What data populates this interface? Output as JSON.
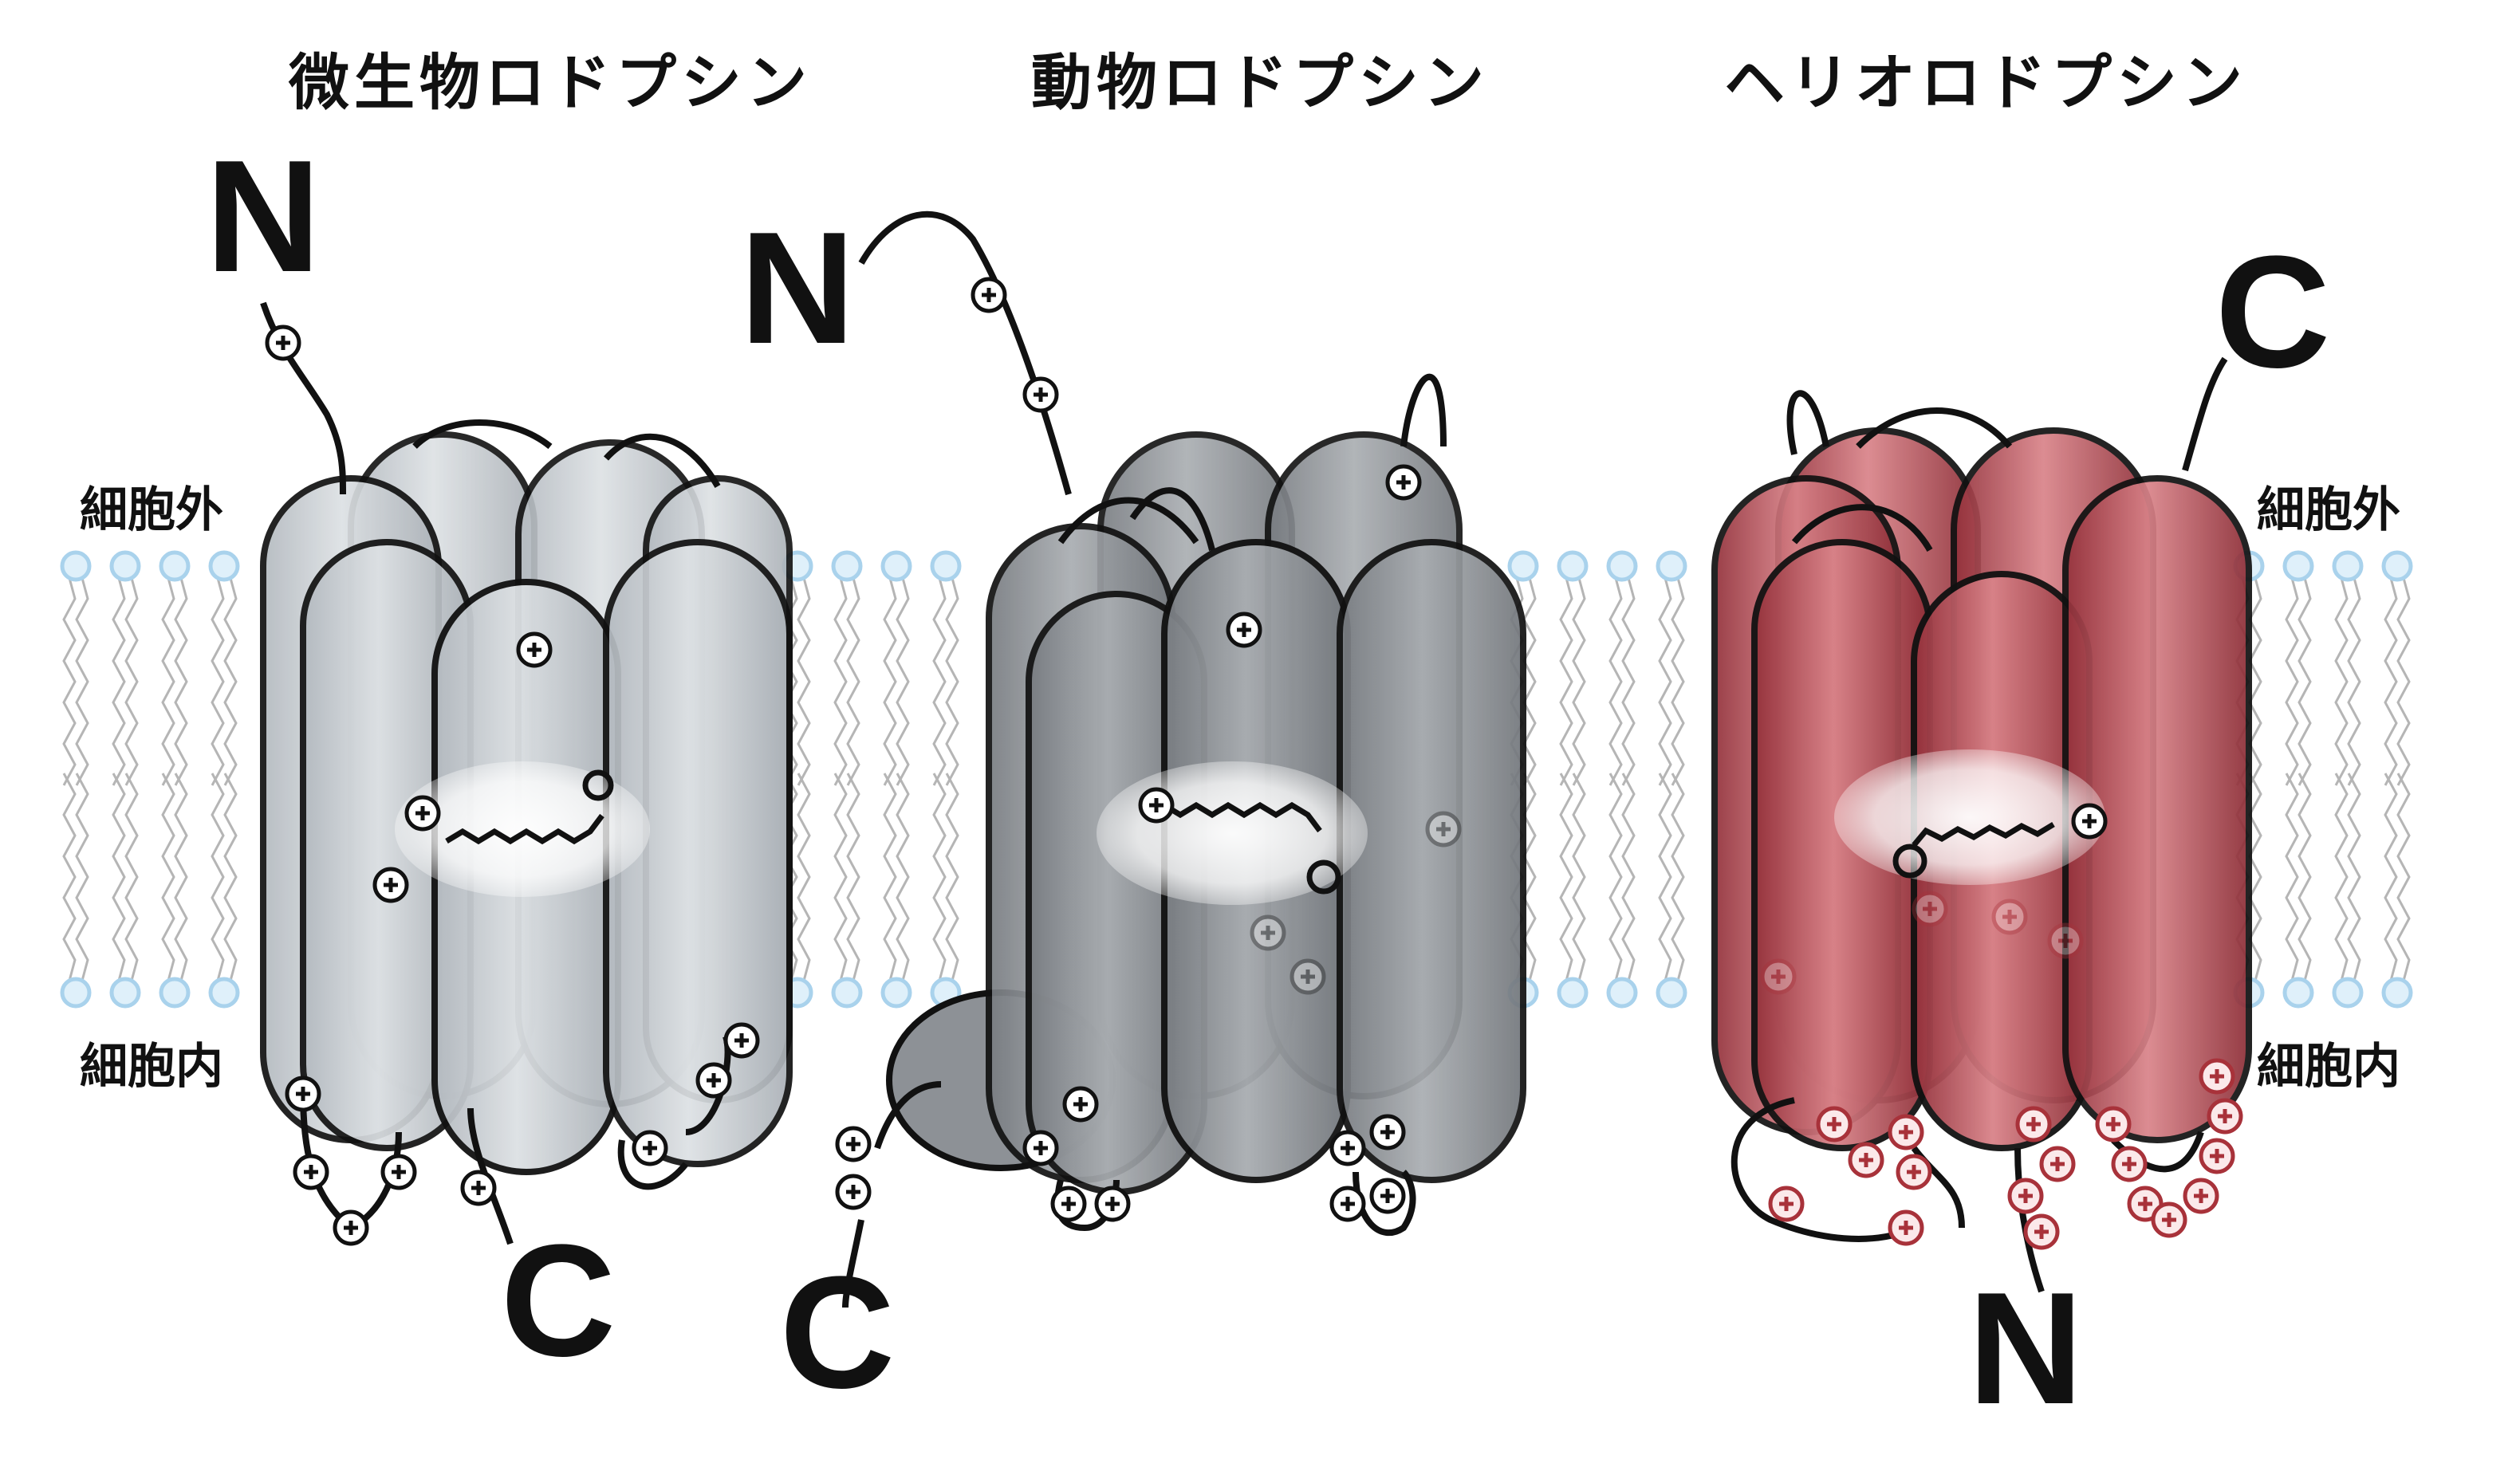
{
  "titles": {
    "microbial": "微生物ロドプシン",
    "animal": "動物ロドプシン",
    "helio": "ヘリオロドプシン"
  },
  "labels": {
    "extracellular": "細胞外",
    "intracellular": "細胞内"
  },
  "termini": {
    "microbial": {
      "top": "N",
      "bottom": "C"
    },
    "animal": {
      "top": "N",
      "bottom": "C"
    },
    "helio": {
      "top": "C",
      "bottom": "N"
    }
  },
  "colors": {
    "microbial_fill": "#c6cbd0",
    "animal_fill": "#8d9196",
    "helio_fill": "#b04a4f",
    "helio_charge": "#a8323a",
    "lipid_head": "#a9d2ec",
    "lipid_tail": "#b5b5b5",
    "outline": "#111111"
  },
  "icons": {
    "positive_charge": "plus-in-circle-icon",
    "retinal": "retinal-chromophore-icon"
  }
}
